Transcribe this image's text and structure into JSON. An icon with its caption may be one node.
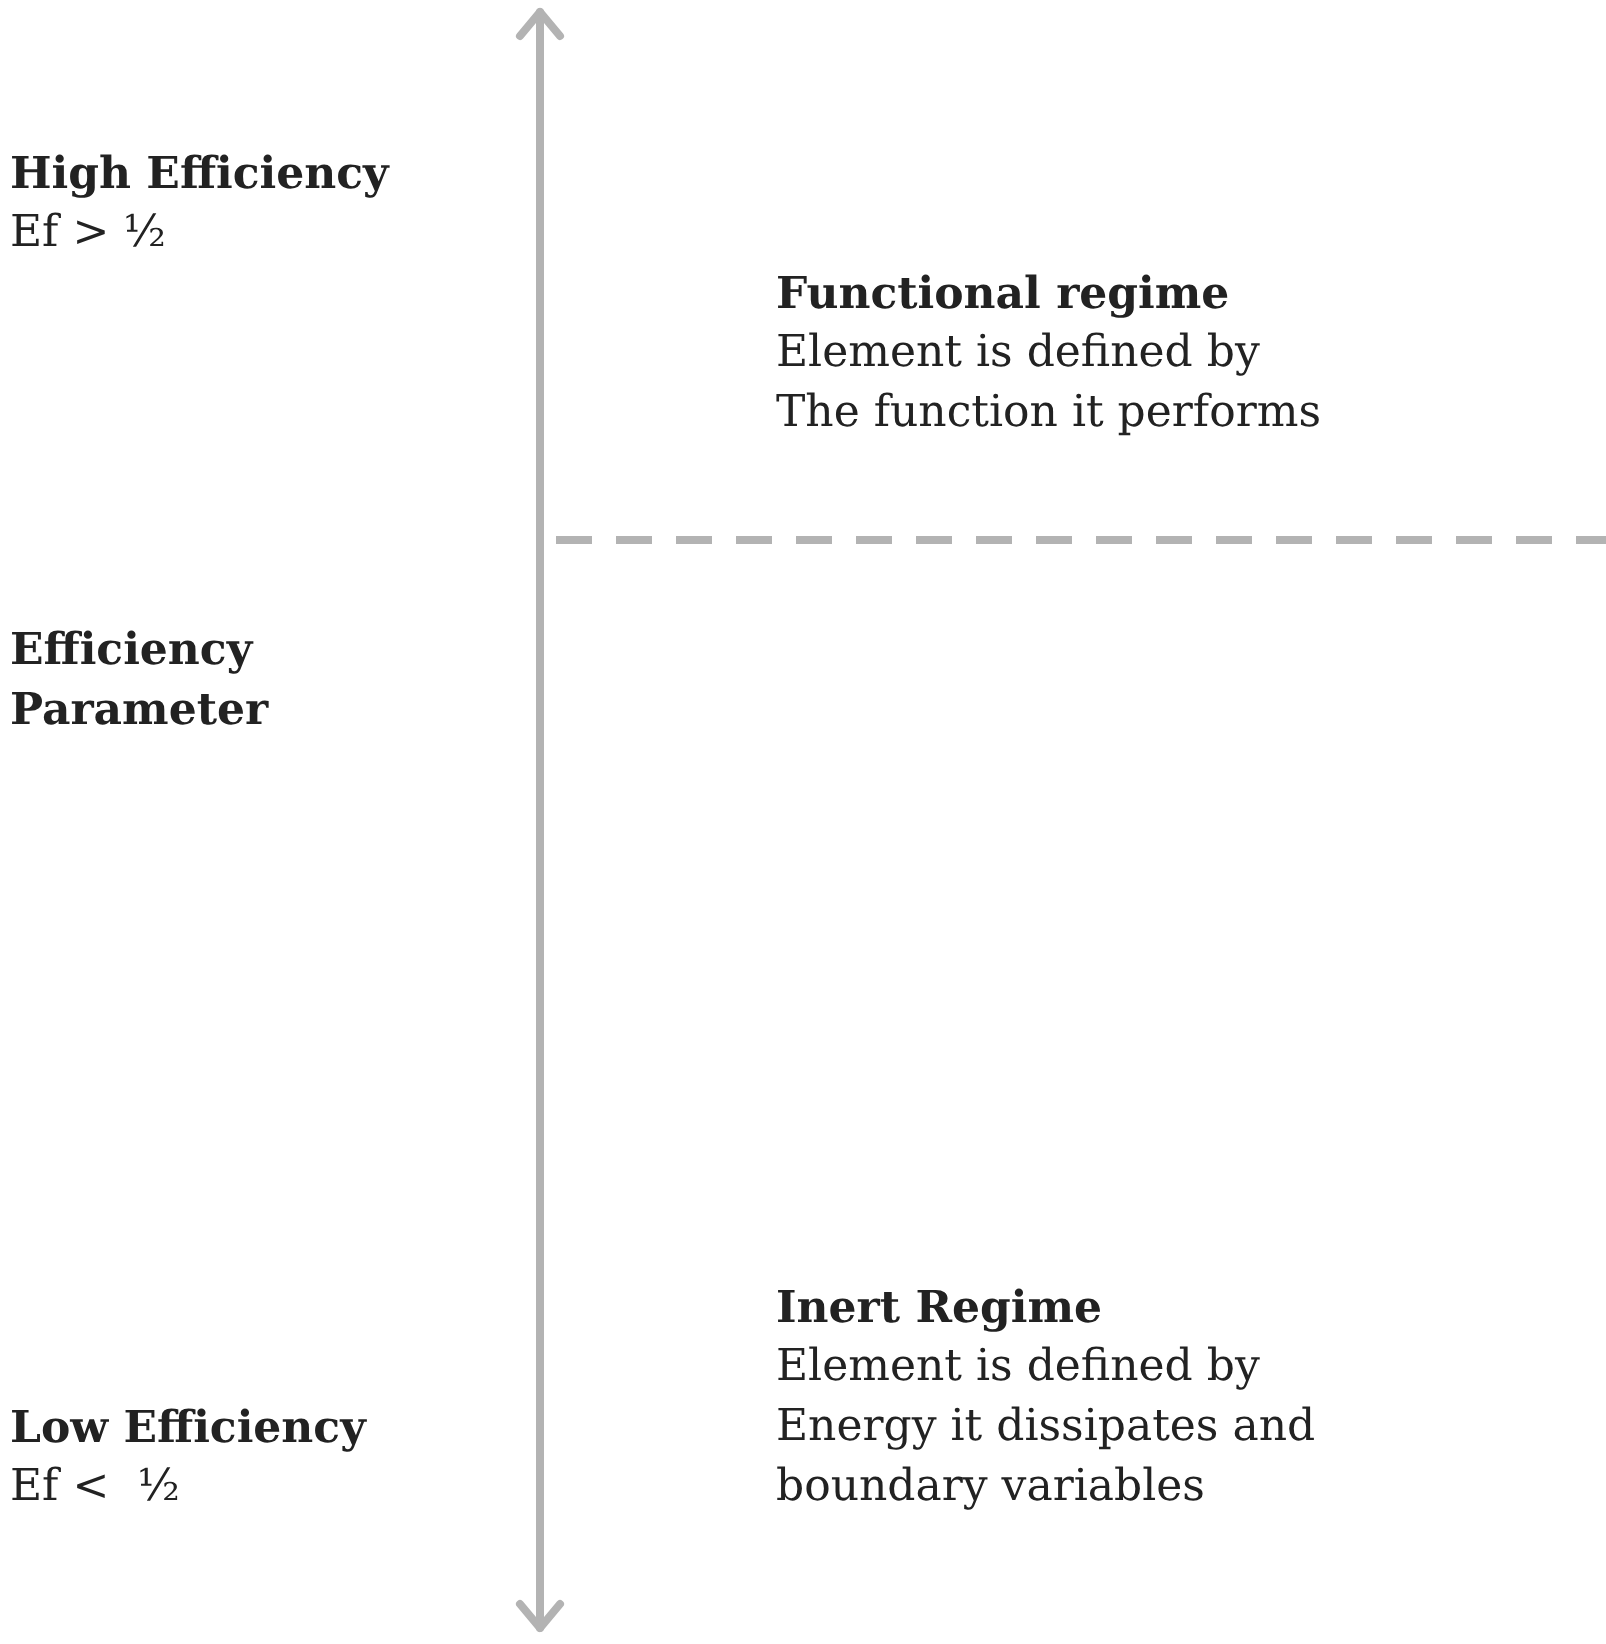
{
  "diagram": {
    "labels": [
      "High Efficiency",
      "Ef > ½",
      "Functional regime",
      "Element is defined by The function it performs",
      "Efficiency Parameter",
      "Inert Regime",
      "Element is defined by Energy it dissipates and boundary variables",
      "Low Efficiency",
      "Ef <  ½"
    ]
  }
}
